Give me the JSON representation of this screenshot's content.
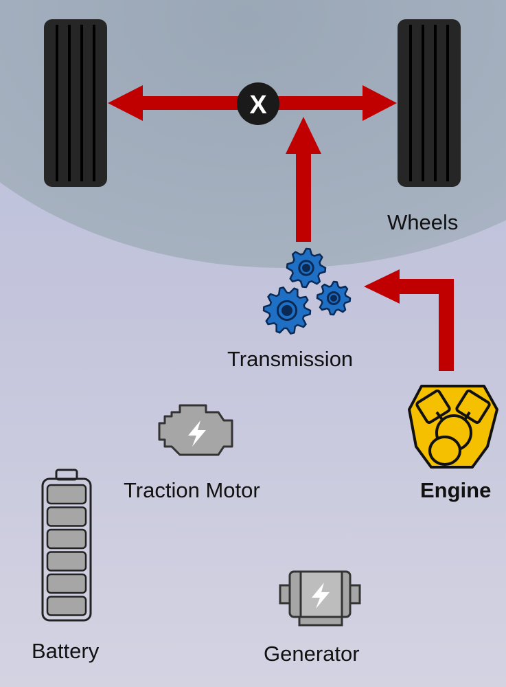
{
  "components": {
    "wheels": {
      "label": "Wheels"
    },
    "transmission": {
      "label": "Transmission"
    },
    "engine": {
      "label": "Engine"
    },
    "traction_motor": {
      "label": "Traction Motor"
    },
    "battery": {
      "label": "Battery"
    },
    "generator": {
      "label": "Generator"
    }
  },
  "differential": {
    "label": "X"
  },
  "colors": {
    "power_flow": "#c00000",
    "engine": "#f5c000",
    "transmission": "#1f6fc5",
    "electric_inactive": "#a6a6a6"
  },
  "power_flow": [
    "engine",
    "transmission",
    "wheels"
  ]
}
